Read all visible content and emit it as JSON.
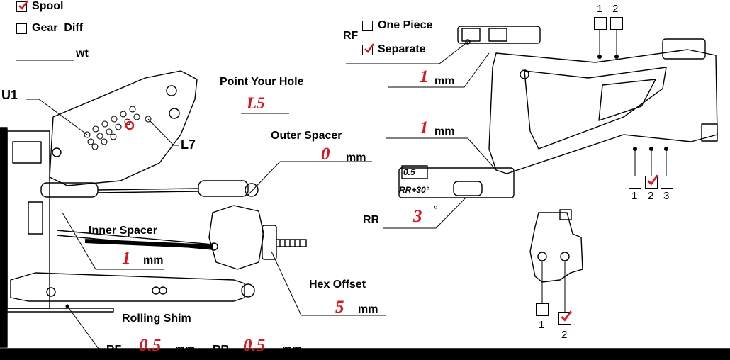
{
  "diff": {
    "spool_label": "Spool",
    "gear_diff_label": "Gear  Diff",
    "spool_checked": true,
    "gear_diff_checked": false
  },
  "weight": {
    "unit": "wt"
  },
  "labels": {
    "u1": "U1",
    "l7": "L7",
    "point_your_hole": "Point Your Hole",
    "outer_spacer": "Outer Spacer",
    "inner_spacer": "Inner Spacer",
    "hex_offset": "Hex Offset",
    "rolling_shim": "Rolling Shim",
    "rf_prefix": "RF",
    "rr_prefix": "RR",
    "rr_angle_prefix": "RR",
    "unit_mm": "mm",
    "degree": "°",
    "part_05": "0.5",
    "part_rr30": "RR+30°"
  },
  "values": {
    "point_hole": "L5",
    "outer_spacer": "0",
    "inner_spacer": "1",
    "hex_offset": "5",
    "rolling_shim_rf": "0.5",
    "rolling_shim_rr": "0.5",
    "rf_spacer": "1",
    "arm_spacer": "1",
    "rr_angle": "3"
  },
  "rf_option": {
    "prefix": "RF",
    "one_piece_label": "One Piece",
    "separate_label": "Separate",
    "one_piece_checked": false,
    "separate_checked": true
  },
  "top_holes": {
    "labels": [
      "1",
      "2"
    ],
    "checked": [
      false,
      false
    ]
  },
  "bottom_holes": {
    "labels": [
      "1",
      "2",
      "3"
    ],
    "checked": [
      false,
      true,
      false
    ]
  },
  "hub_holes": {
    "labels": [
      "1",
      "2"
    ],
    "checked": [
      false,
      true
    ]
  },
  "colors": {
    "accent_red": "#e0141e",
    "line": "#000000"
  }
}
